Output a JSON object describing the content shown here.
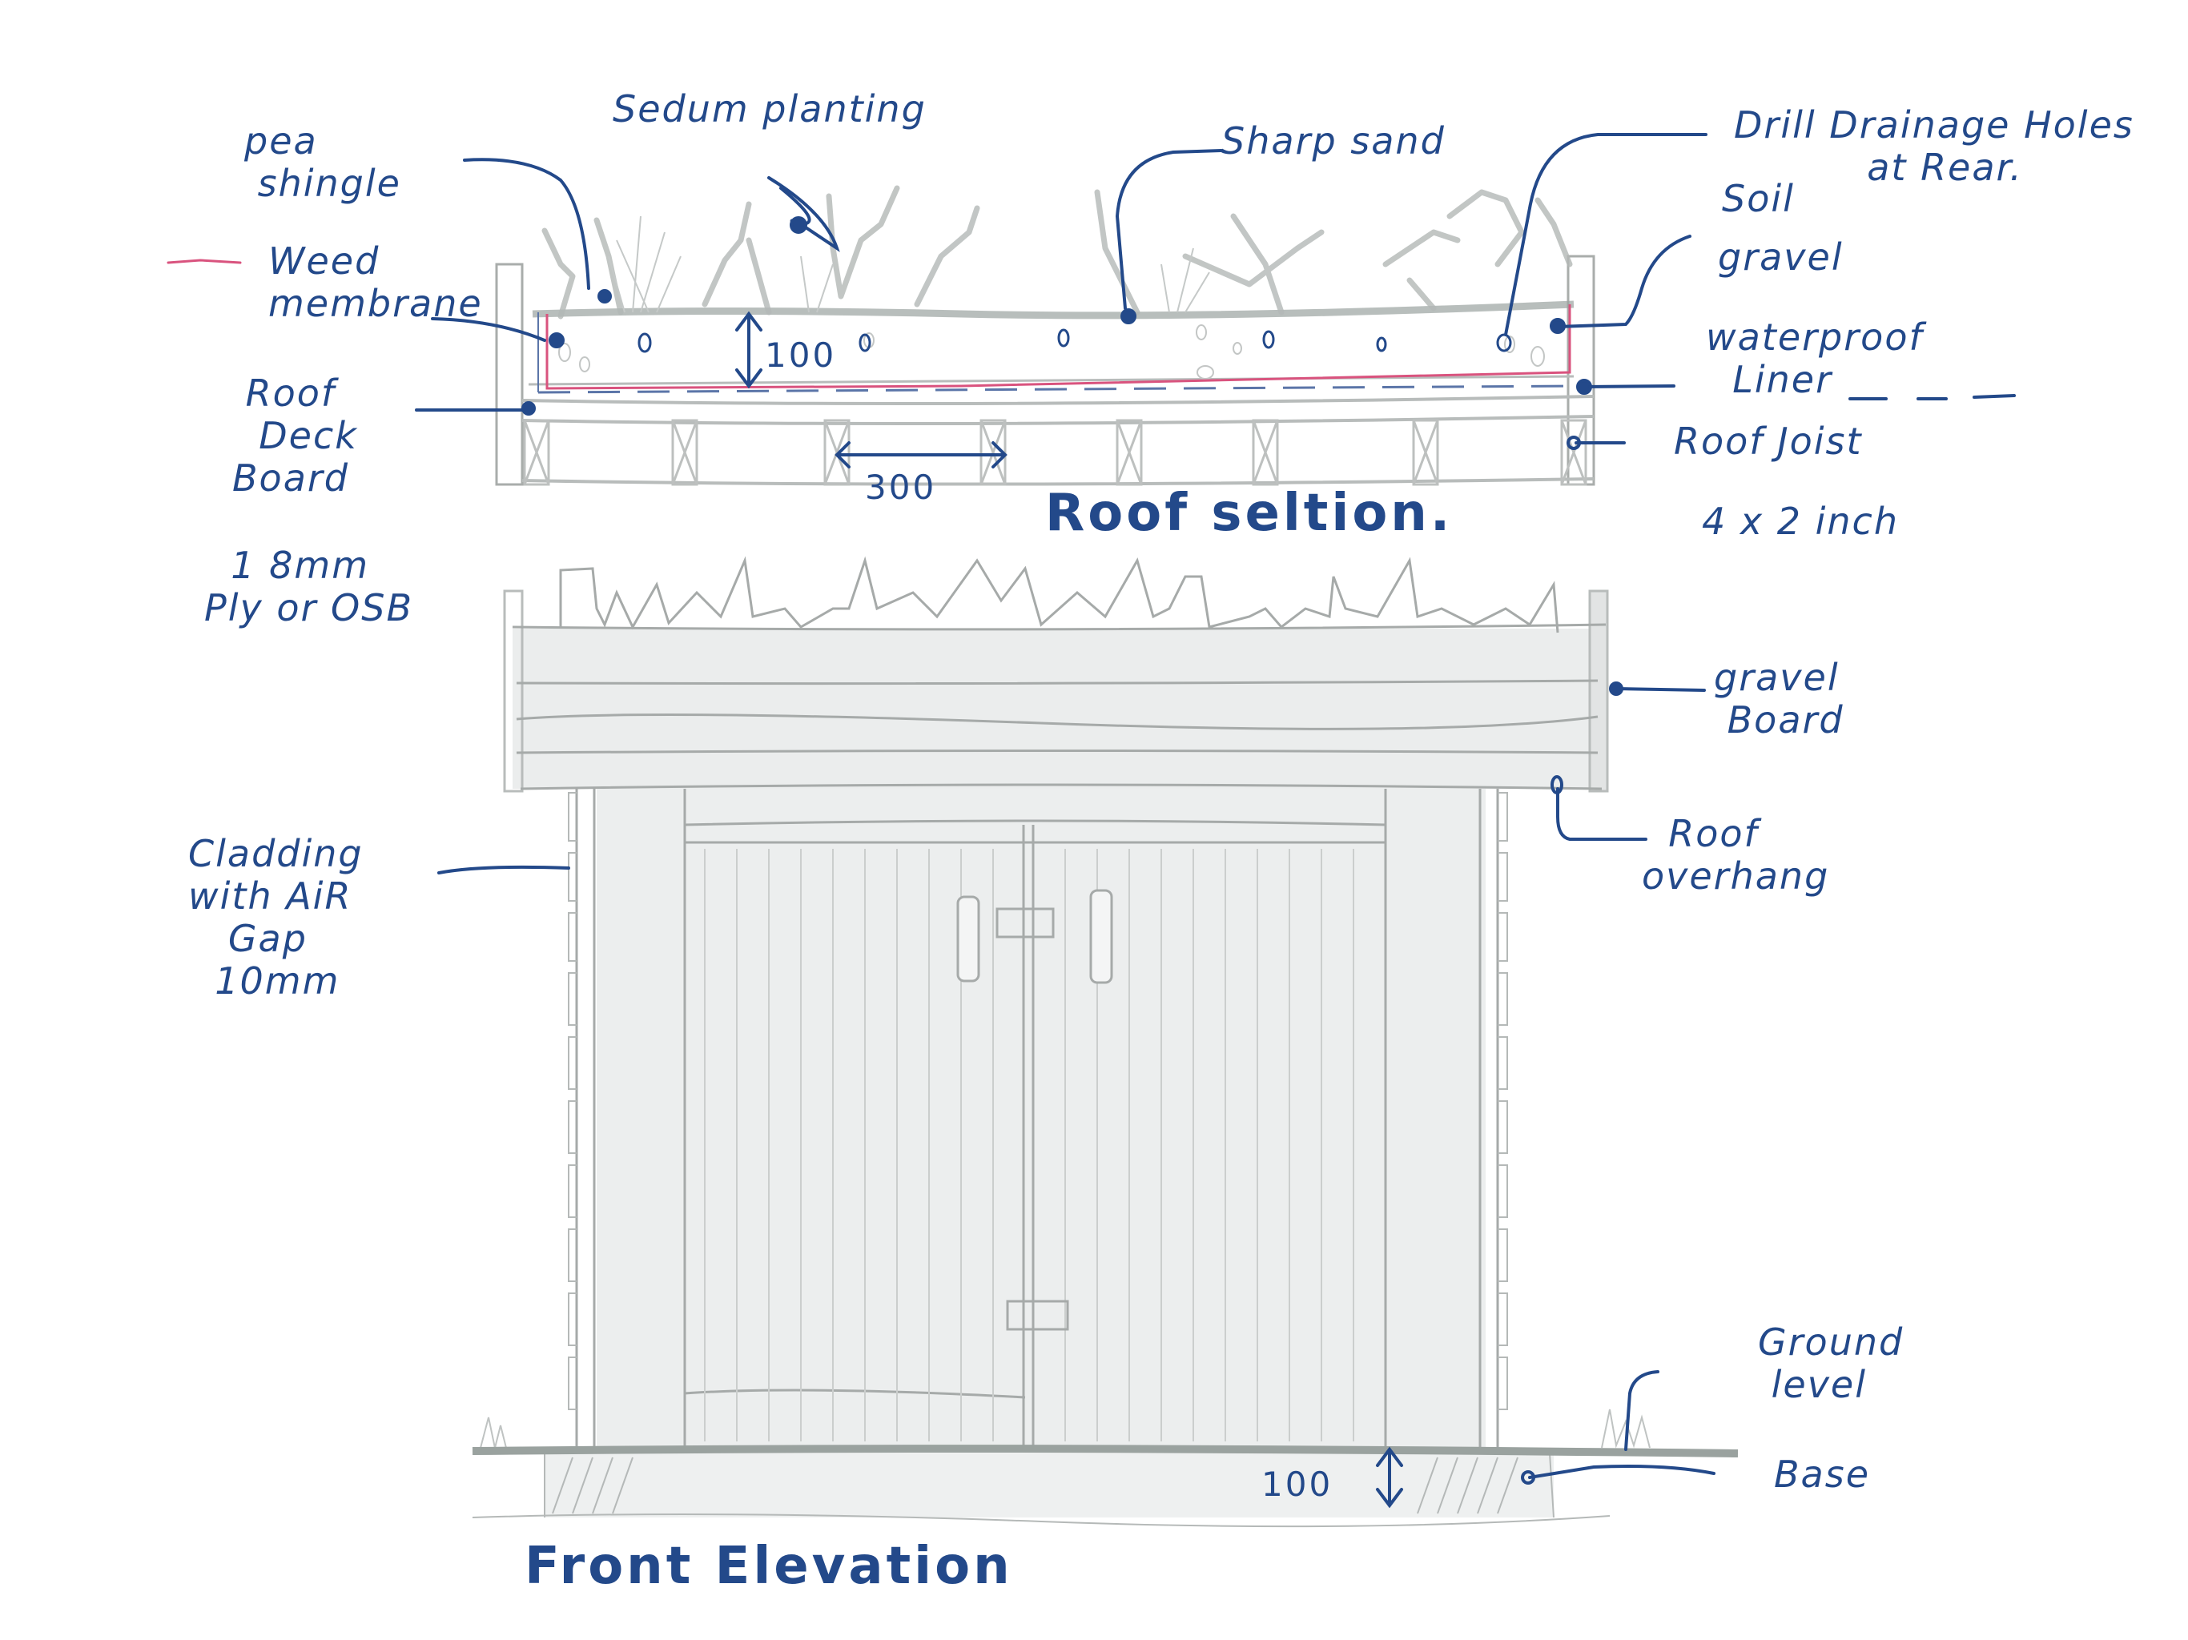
{
  "colors": {
    "ink_blue": "#23498a",
    "pencil_grey": "#a9adab",
    "shade_grey": "#e9ebeb",
    "membrane_pink": "#d9537e",
    "ground_grey": "#9aa29f"
  },
  "roof_section": {
    "title": "Roof seltion.",
    "labels": {
      "pea_shingle": "pea\n shingle",
      "sedum_planting": "Sedum planting",
      "sharp_sand": "Sharp sand",
      "drill_drainage": "Drill Drainage Holes\n          at Rear.",
      "soil": "Soil",
      "gravel": "gravel",
      "weed_membrane": "Weed\nmembrane",
      "weed_membrane_legend": "pink line",
      "waterproof_liner": "waterproof\n  Liner",
      "waterproof_liner_legend": "— — —",
      "roof_deck_board": " Roof\n  Deck\nBoard",
      "deck_spec": "  1 8mm\nPly or OSB",
      "roof_joist": "Roof Joist",
      "joist_size": "4 x 2 inch"
    },
    "dimensions": {
      "depth": "100",
      "joist_spacing": "300"
    }
  },
  "front_elevation": {
    "title": "Front Elevation",
    "labels": {
      "gravel_board": "gravel\n Board",
      "roof_overhang": "  Roof\noverhang",
      "cladding": "Cladding\nwith AiR\n   Gap\n  10mm",
      "ground_level": "Ground\n level",
      "base": "Base"
    },
    "dimensions": {
      "base_depth": "100"
    }
  }
}
